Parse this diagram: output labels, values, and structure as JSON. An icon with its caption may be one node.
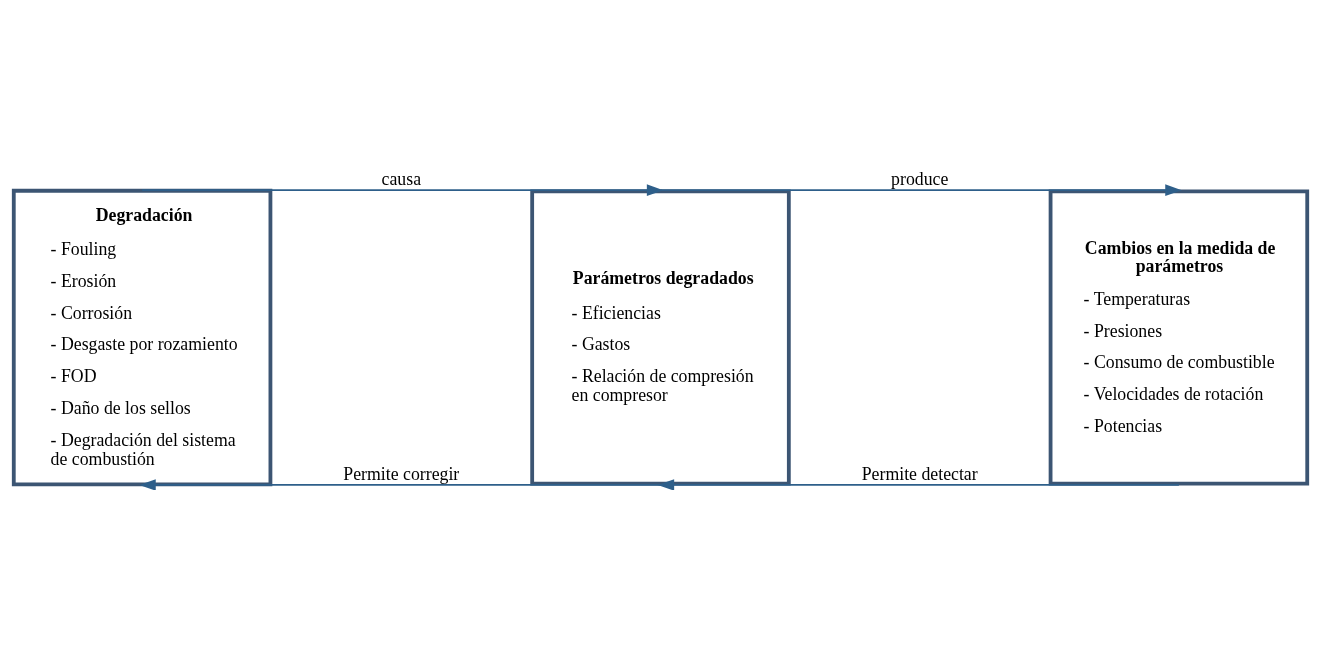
{
  "diagram": {
    "nodes": [
      {
        "text": [
          "Degradación",
          "- Fouling",
          "- Erosión",
          "- Corrosión",
          "- Desgaste por rozamiento",
          "- FOD",
          "- Daño de los sellos",
          "- Degradación del sistema de combustión"
        ]
      },
      {
        "text": [
          "Parámetros degradados",
          "- Eficiencias",
          "- Gastos",
          "- Relación de compresión en compresor"
        ]
      },
      {
        "text": [
          "Cambios en la medida de parámetros",
          "- Temperaturas",
          "- Presiones",
          "- Consumo de combustible",
          "- Velocidades de rotación",
          "- Potencias"
        ]
      }
    ],
    "edges": [
      {
        "from": 0,
        "to": 1,
        "arrow": "to",
        "label": "causa"
      },
      {
        "from": 1,
        "to": 2,
        "arrow": "to",
        "label": "produce"
      },
      {
        "from": 1,
        "to": 0,
        "arrow": "to",
        "label": "Permite corregir"
      },
      {
        "from": 2,
        "to": 1,
        "arrow": "to",
        "label": "Permite detectar"
      }
    ]
  }
}
